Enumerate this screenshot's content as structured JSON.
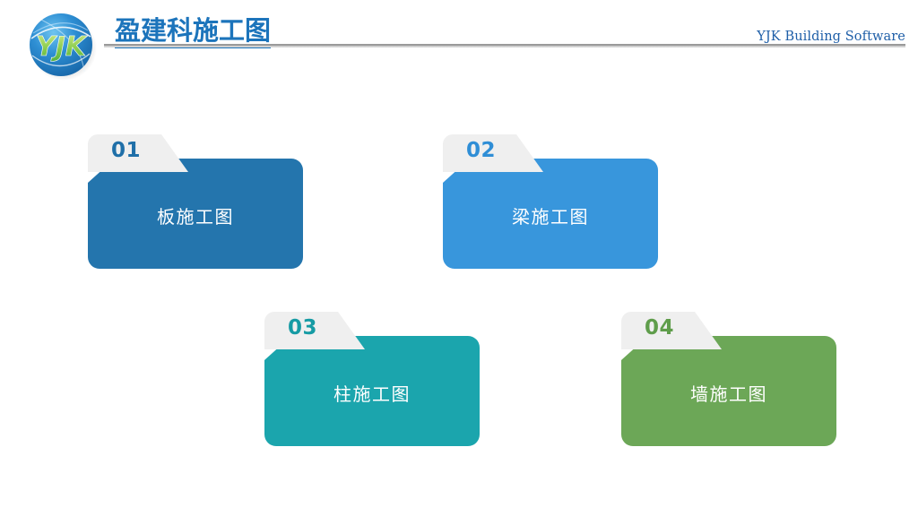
{
  "header": {
    "title": "盈建科施工图",
    "tagline": "YJK Building Software",
    "logo_text": "YJK",
    "logo_icon": "yjk-globe-logo",
    "title_color": "#1c74bb",
    "tagline_color": "#1f5fa8",
    "rule_color": "#9a9a9a"
  },
  "cards": [
    {
      "number": "01",
      "label": "板施工图",
      "color": "#2475ad",
      "tab_color": "#efefef",
      "number_color": "#1f6fa8",
      "label_color": "#ffffff"
    },
    {
      "number": "02",
      "label": "梁施工图",
      "color": "#3896dc",
      "tab_color": "#efefef",
      "number_color": "#2f8ed6",
      "label_color": "#ffffff"
    },
    {
      "number": "03",
      "label": "柱施工图",
      "color": "#1ba5ad",
      "tab_color": "#efefef",
      "number_color": "#169ba4",
      "label_color": "#ffffff"
    },
    {
      "number": "04",
      "label": "墙施工图",
      "color": "#6ca757",
      "tab_color": "#efefef",
      "number_color": "#5f9d4b",
      "label_color": "#ffffff"
    }
  ],
  "background_color": "#ffffff"
}
